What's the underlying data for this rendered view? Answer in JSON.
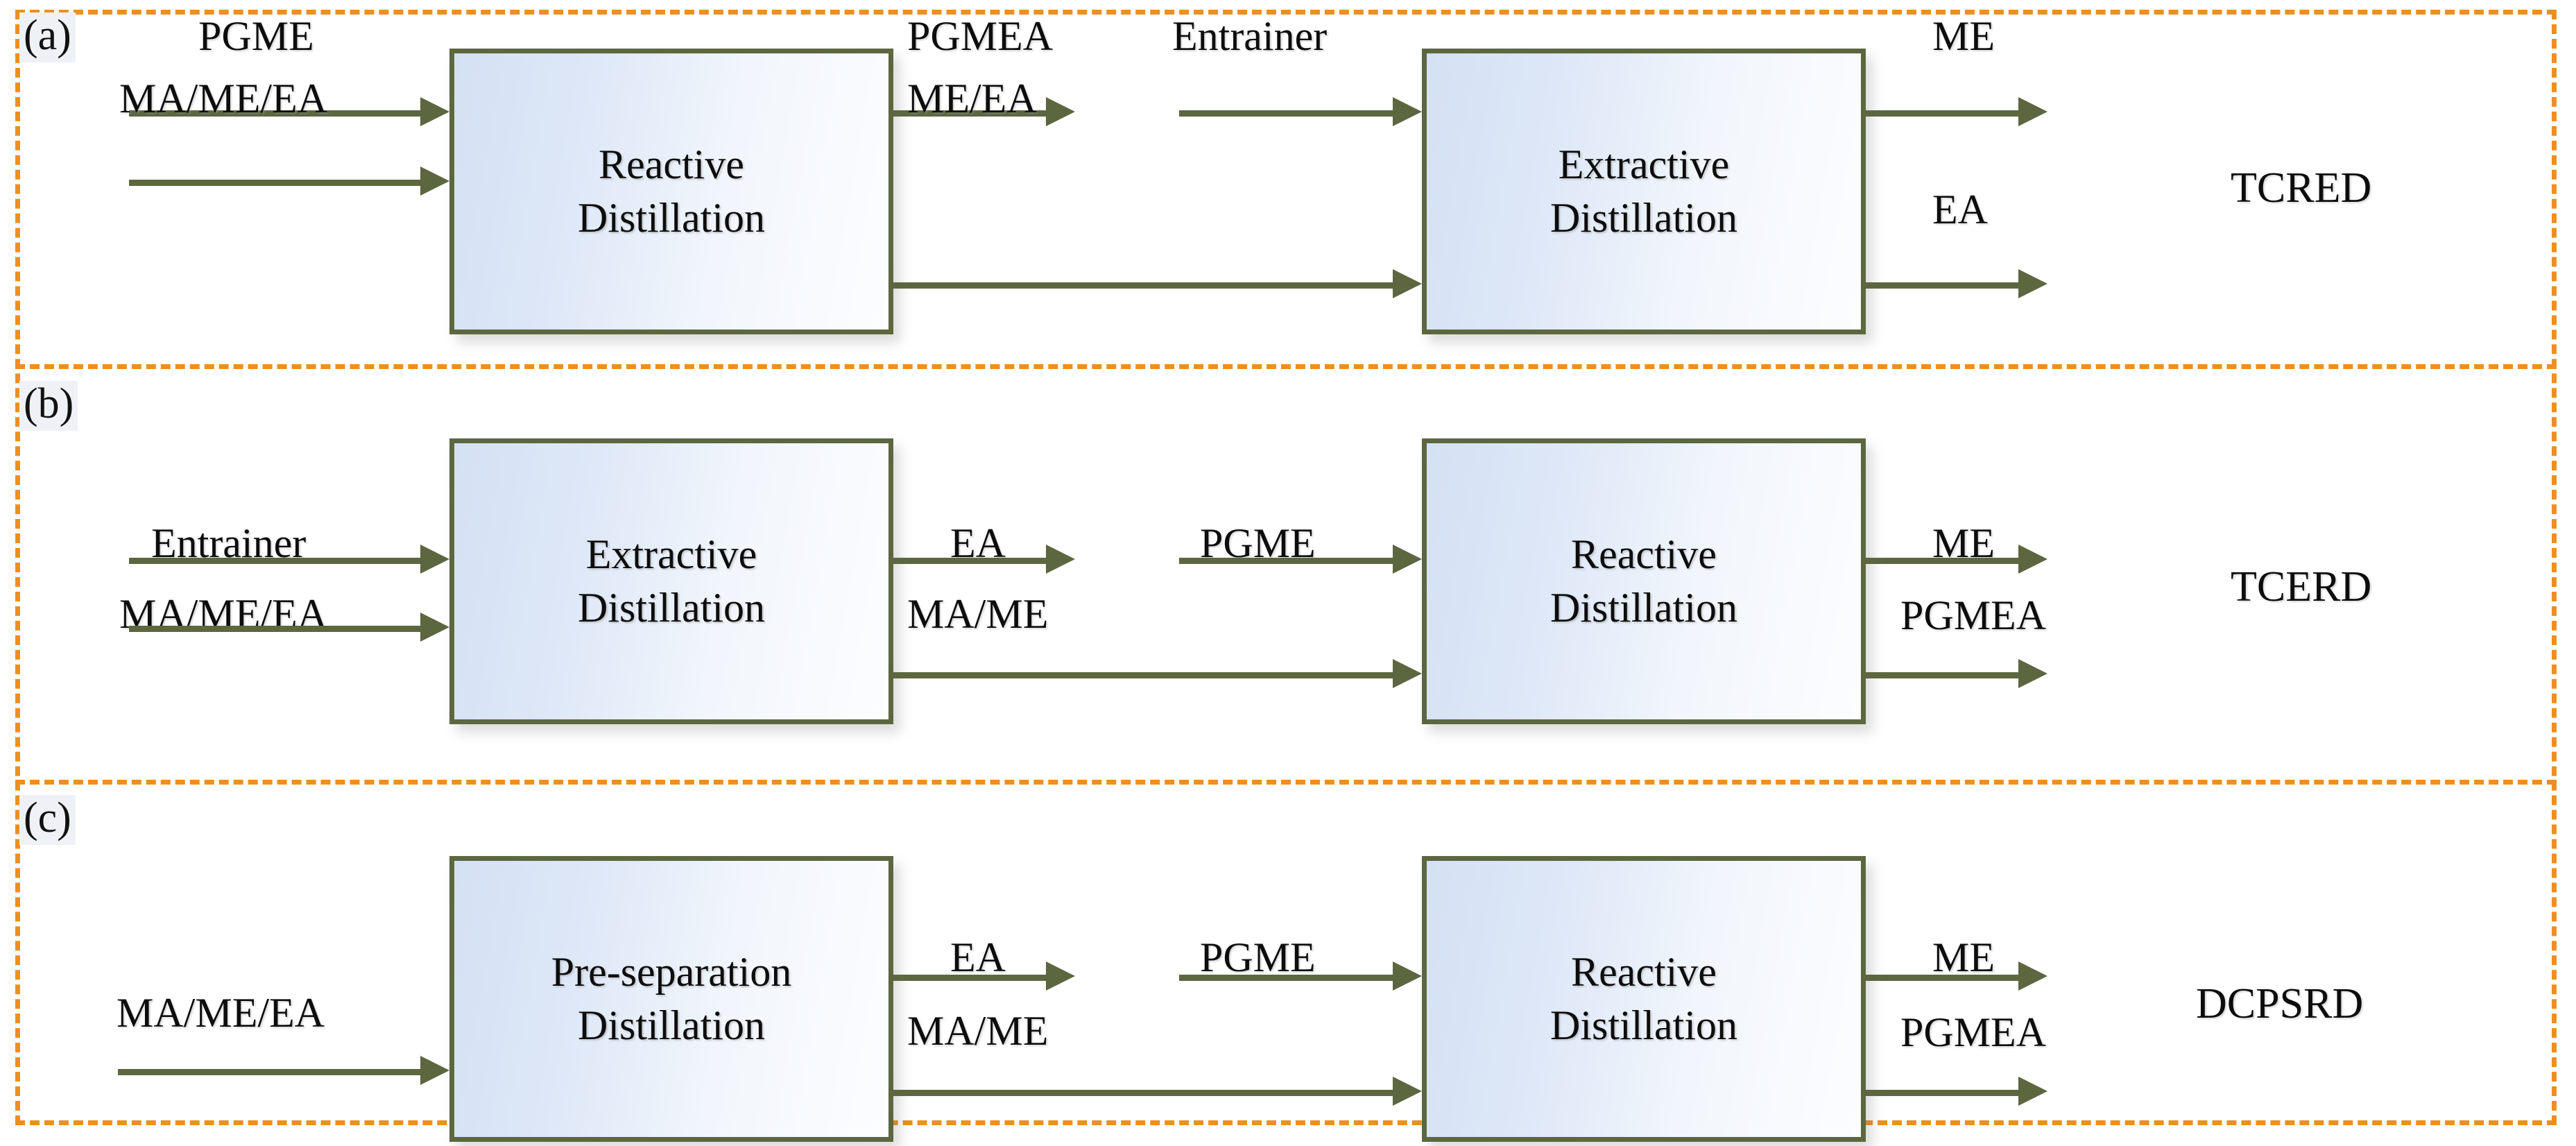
{
  "figure": {
    "type": "process-flow-diagram",
    "panel_count": 3,
    "frame_color": "#ee8f1e",
    "box_border_color": "#5c6740",
    "box_fill_color": "#d4e1f4",
    "arrow_color": "#5c6740",
    "text_color": "#0d0d0d"
  },
  "panels": [
    {
      "label": "(a)",
      "scheme_name": "TCRED",
      "units": [
        {
          "line1": "Reactive",
          "line2": "Distillation"
        },
        {
          "line1": "Extractive",
          "line2": "Distillation"
        }
      ],
      "streams": {
        "unit1_feed_top": "PGME",
        "unit1_feed_bottom": "MA/ME/EA",
        "unit1_out_top": "PGMEA",
        "unit1_out_bottom": "ME/EA",
        "unit2_feed_top": "Entrainer",
        "unit2_out_top": "ME",
        "unit2_out_bottom": "EA"
      }
    },
    {
      "label": "(b)",
      "scheme_name": "TCERD",
      "units": [
        {
          "line1": "Extractive",
          "line2": "Distillation"
        },
        {
          "line1": "Reactive",
          "line2": "Distillation"
        }
      ],
      "streams": {
        "unit1_feed_top": "Entrainer",
        "unit1_feed_bottom": "MA/ME/EA",
        "unit1_out_top": "EA",
        "unit1_out_bottom": "MA/ME",
        "unit2_feed_top": "PGME",
        "unit2_out_top": "ME",
        "unit2_out_bottom": "PGMEA"
      }
    },
    {
      "label": "(c)",
      "scheme_name": "DCPSRD",
      "units": [
        {
          "line1": "Pre-separation",
          "line2": "Distillation"
        },
        {
          "line1": "Reactive",
          "line2": "Distillation"
        }
      ],
      "streams": {
        "unit1_feed_single": "MA/ME/EA",
        "unit1_out_top": "EA",
        "unit1_out_bottom": "MA/ME",
        "unit2_feed_top": "PGME",
        "unit2_out_top": "ME",
        "unit2_out_bottom": "PGMEA"
      }
    }
  ]
}
